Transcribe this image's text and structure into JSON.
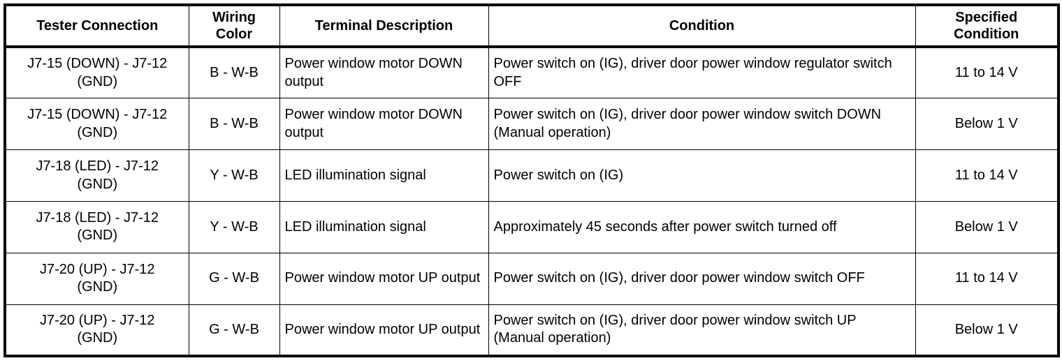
{
  "table": {
    "columns": [
      {
        "key": "tester_connection",
        "label": "Tester Connection",
        "align": "center"
      },
      {
        "key": "wiring_color",
        "label": "Wiring\nColor",
        "align": "center"
      },
      {
        "key": "terminal_description",
        "label": "Terminal Description",
        "align": "left"
      },
      {
        "key": "condition",
        "label": "Condition",
        "align": "left"
      },
      {
        "key": "specified_condition",
        "label": "Specified\nCondition",
        "align": "center"
      }
    ],
    "header": {
      "tester_connection": "Tester Connection",
      "wiring_color_line1": "Wiring",
      "wiring_color_line2": "Color",
      "terminal_description": "Terminal Description",
      "condition": "Condition",
      "specified_condition_line1": "Specified",
      "specified_condition_line2": "Condition"
    },
    "rows": [
      {
        "tester_connection_line1": "J7-15 (DOWN) - J7-12",
        "tester_connection_line2": "(GND)",
        "wiring_color": "B - W-B",
        "terminal_description": "Power window motor DOWN output",
        "condition": "Power switch on (IG), driver door power window regulator switch OFF",
        "specified_condition": "11 to 14 V"
      },
      {
        "tester_connection_line1": "J7-15 (DOWN) - J7-12",
        "tester_connection_line2": "(GND)",
        "wiring_color": "B - W-B",
        "terminal_description": "Power window motor DOWN output",
        "condition": "Power switch on (IG), driver door power window switch DOWN (Manual operation)",
        "specified_condition": "Below 1 V"
      },
      {
        "tester_connection_line1": "J7-18 (LED) - J7-12",
        "tester_connection_line2": "(GND)",
        "wiring_color": "Y - W-B",
        "terminal_description": "LED illumination signal",
        "condition": "Power switch on (IG)",
        "specified_condition": "11 to 14 V"
      },
      {
        "tester_connection_line1": "J7-18 (LED) - J7-12",
        "tester_connection_line2": "(GND)",
        "wiring_color": "Y - W-B",
        "terminal_description": "LED illumination signal",
        "condition": "Approximately 45 seconds after power switch turned off",
        "specified_condition": "Below 1 V"
      },
      {
        "tester_connection_line1": "J7-20 (UP) - J7-12",
        "tester_connection_line2": "(GND)",
        "wiring_color": "G - W-B",
        "terminal_description": "Power window motor UP output",
        "condition": "Power switch on (IG), driver door power window switch OFF",
        "specified_condition": "11 to 14 V"
      },
      {
        "tester_connection_line1": "J7-20 (UP) - J7-12",
        "tester_connection_line2": "(GND)",
        "wiring_color": "G - W-B",
        "terminal_description": "Power window motor UP output",
        "condition": "Power switch on (IG), driver door power window switch UP (Manual operation)",
        "specified_condition": "Below 1 V"
      }
    ]
  },
  "colors": {
    "border": "#000000",
    "text": "#000000",
    "background": "#ffffff"
  }
}
